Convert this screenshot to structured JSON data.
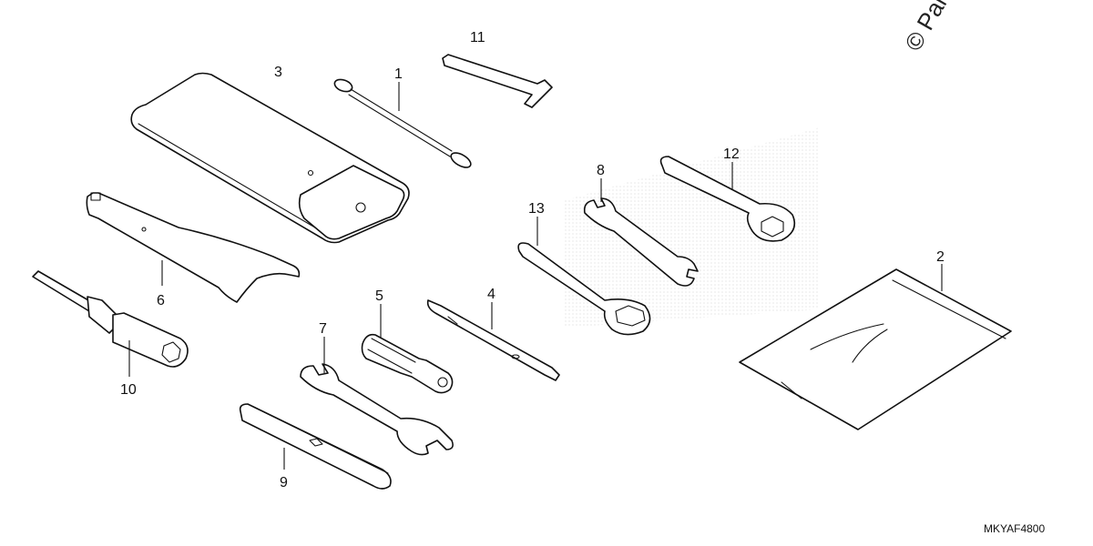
{
  "diagram": {
    "code": "MKYAF4800",
    "watermark": "© Partzilla",
    "callouts": [
      {
        "id": "c1",
        "label": "1"
      },
      {
        "id": "c2",
        "label": "2"
      },
      {
        "id": "c3",
        "label": "3"
      },
      {
        "id": "c4",
        "label": "4"
      },
      {
        "id": "c5",
        "label": "5"
      },
      {
        "id": "c6",
        "label": "6"
      },
      {
        "id": "c7",
        "label": "7"
      },
      {
        "id": "c8",
        "label": "8"
      },
      {
        "id": "c9",
        "label": "9"
      },
      {
        "id": "c10",
        "label": "10"
      },
      {
        "id": "c11",
        "label": "11"
      },
      {
        "id": "c12",
        "label": "12"
      },
      {
        "id": "c13",
        "label": "13"
      }
    ]
  }
}
